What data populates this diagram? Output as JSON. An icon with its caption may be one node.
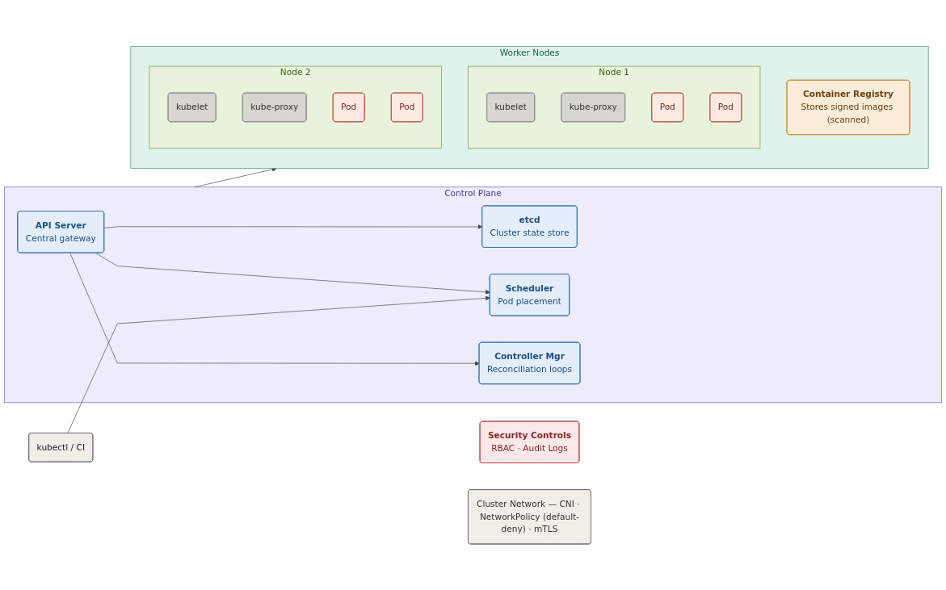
{
  "diagram": {
    "nodes": [
      {
        "text": [
          "Control Plane"
        ]
      },
      {
        "text": [
          "API Server",
          "Central gateway"
        ],
        "in": 0
      },
      {
        "text": [
          "etcd",
          "Cluster state store"
        ],
        "in": 0
      },
      {
        "text": [
          "Scheduler",
          "Pod placement"
        ],
        "in": 0
      },
      {
        "text": [
          "Controller Mgr",
          "Reconciliation loops"
        ],
        "in": 0
      },
      {
        "text": [
          "Worker Nodes"
        ]
      },
      {
        "text": [
          "Node 1"
        ],
        "in": 5
      },
      {
        "text": [
          "kubelet"
        ],
        "in": 6
      },
      {
        "text": [
          "kube-proxy"
        ],
        "in": 6
      },
      {
        "text": [
          "Pod"
        ],
        "in": 6
      },
      {
        "text": [
          "Pod"
        ],
        "in": 6
      },
      {
        "text": [
          "Node 2"
        ],
        "in": 5
      },
      {
        "text": [
          "kubelet"
        ],
        "in": 11
      },
      {
        "text": [
          "kube-proxy"
        ],
        "in": 11
      },
      {
        "text": [
          "Pod"
        ],
        "in": 11
      },
      {
        "text": [
          "Pod"
        ],
        "in": 11
      },
      {
        "text": [
          "Container Registry",
          "Stores signed images (scanned)"
        ],
        "in": 5
      },
      {
        "text": [
          "kubectl / CI"
        ]
      },
      {
        "text": [
          "Security Controls",
          "RBAC · Audit Logs"
        ]
      },
      {
        "text": [
          "Cluster Network — CNI · NetworkPolicy (default-deny) · mTLS"
        ]
      }
    ],
    "edges": [
      {
        "from": 1,
        "to": 2,
        "arrow": "to"
      },
      {
        "from": 1,
        "to": 3,
        "arrow": "to"
      },
      {
        "from": 1,
        "to": 4,
        "arrow": "to"
      },
      {
        "from": 0,
        "to": 5,
        "arrow": "to"
      },
      {
        "from": 17,
        "to": 3,
        "arrow": "to"
      }
    ]
  }
}
